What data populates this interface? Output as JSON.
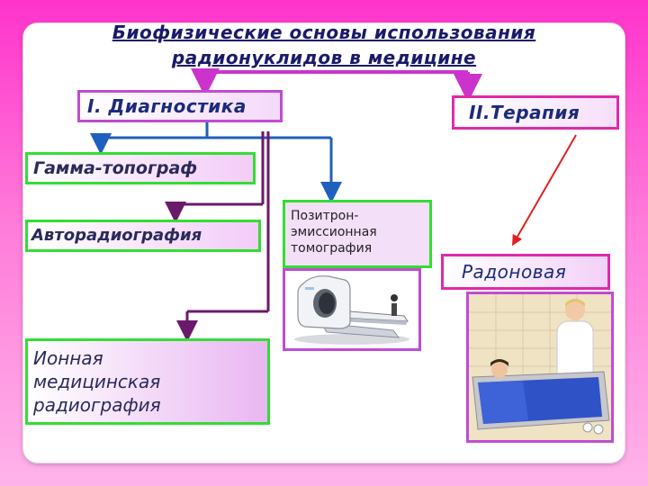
{
  "title": {
    "line1": "Биофизические основы использования ",
    "line2": "радионуклидов в медицине"
  },
  "branches": {
    "diagnostics": "I. Диагностика",
    "therapy": "II.Терапия"
  },
  "methods": {
    "gamma_topograph": "Гамма-топограф",
    "autoradiography": "Авторадиография",
    "pet_lines": [
      "Позитрон-",
      "эмиссионная",
      "томография"
    ],
    "ionic_lines": [
      "Ионная",
      "медицинская",
      "радиография"
    ],
    "radon": "Радоновая"
  },
  "colors": {
    "background": "#ff66d6",
    "card": "#ffffff",
    "title_text": "#1a1a6a",
    "connector_purple": "#6a1a6a",
    "connector_blue": "#1f5fbf",
    "connector_magenta": "#cc33cc",
    "connector_red": "#e02020",
    "box_border_green": "#33dd33",
    "box_border_magenta": "#e02aa8"
  }
}
